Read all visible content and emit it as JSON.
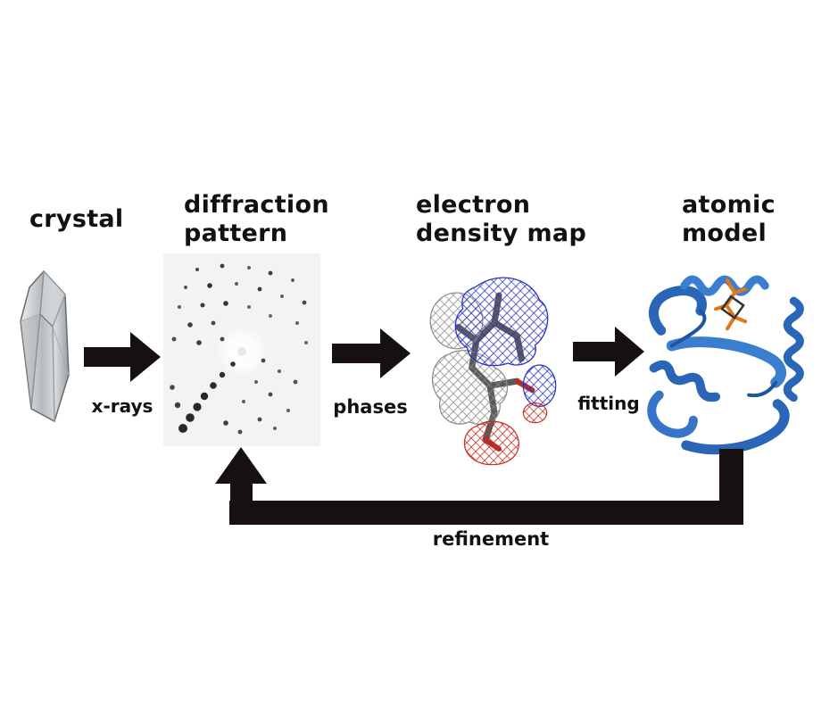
{
  "figure": {
    "stages": [
      {
        "name": "crystal",
        "label": "crystal"
      },
      {
        "name": "diffraction-pattern",
        "label": "diffraction pattern"
      },
      {
        "name": "electron-density-map",
        "label": "electron density map"
      },
      {
        "name": "atomic-model",
        "label": "atomic model"
      }
    ],
    "process_arrows": [
      {
        "name": "xrays",
        "label": "x-rays"
      },
      {
        "name": "phases",
        "label": "phases"
      },
      {
        "name": "fitting",
        "label": "fitting"
      }
    ],
    "feedback_arrow": {
      "label": "refinement"
    }
  },
  "icons": {
    "crystal_image": "crystal-photo",
    "diffraction_image": "diffraction-pattern-image",
    "density_image": "electron-density-mesh-image",
    "model_image": "protein-ribbon-image",
    "process_arrow": "right-arrow-icon",
    "feedback_arrow": "up-arrow-icon"
  },
  "colors": {
    "text": "#111111",
    "arrow": "#171010",
    "ribbon_blue": "#2e6fc0",
    "ligand_orange": "#e07a18",
    "mesh_blue": "#2a35c0",
    "mesh_red": "#c8281e",
    "mesh_gray": "#8a8a8a",
    "diffraction_bg": "#f3f3f1"
  }
}
